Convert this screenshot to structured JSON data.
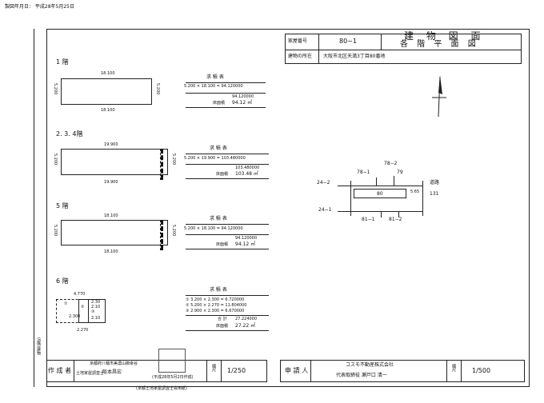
{
  "header_stamp": "製図年月日： 平成28年5月25日",
  "title_block": {
    "house_number_label": "家屋番号",
    "house_number": "80−1",
    "title_line1": "建 物 図 面",
    "title_line2": "各 階 平 面 図",
    "location_label": "建物の所在",
    "location": "大阪市北区天満3丁目80番地"
  },
  "floors": [
    {
      "label": "1 階",
      "width_top": "18.100",
      "width_bottom": "18.100",
      "height_left": "5.200",
      "height_right": "5.200",
      "area_title": "求 積 表",
      "formula": "5.200 × 18.100 = 94.120000",
      "subtotal": "94.120000",
      "floor_area_label": "床面積",
      "floor_area": "94.12 ㎡"
    },
    {
      "label": "2. 3. 4階",
      "width_top": "19.900",
      "width_bottom": "19.900",
      "height_left": "5.200",
      "height_right": "5.200",
      "area_title": "求 積 表",
      "formula": "5.200 × 19.900 = 103.480000",
      "subtotal": "103.480000",
      "floor_area_label": "床面積",
      "floor_area": "103.48 ㎡"
    },
    {
      "label": "5 階",
      "width_top": "18.100",
      "width_bottom": "18.100",
      "height_left": "5.200",
      "height_right": "5.200",
      "area_title": "求 積 表",
      "formula": "5.200 × 18.100 = 94.120000",
      "subtotal": "94.120000",
      "floor_area_label": "床面積",
      "floor_area": "94.12 ㎡"
    }
  ],
  "floor6": {
    "label": "6 階",
    "dim_top": "4.770",
    "dim_bottom": "2.270",
    "dim_left": "2.300",
    "dim_a": "2.30",
    "dim_b": "2.10",
    "dim_c": "2.10",
    "marker_1": "①",
    "marker_2": "②",
    "marker_3": "③",
    "area_title": "求 積 表",
    "rows": [
      "① 3.200 × 2.300 = 6.720000",
      "② 5.200 × 2.270 = 11.804000",
      "③ 2.900 × 2.300 = 6.670000"
    ],
    "sum_label": "合 計",
    "sum": "27.224000",
    "floor_area_label": "床面積",
    "floor_area": "27.22 ㎡"
  },
  "site_plan": {
    "lot_center": "80",
    "lot_78_2": "78−2",
    "lot_78_1": "78−1",
    "lot_79": "79",
    "lot_24_2": "24−2",
    "lot_24_1": "24−1",
    "lot_81_1": "81−1",
    "lot_81_2": "81−2",
    "road_label": "道路",
    "road_number": "131",
    "dim_note": "5.65"
  },
  "footer": {
    "creator_label": "作 成 者",
    "creator_address": "京都府八幡市美濃山御幸谷",
    "creator_title": "土地家屋調査士",
    "creator_name": "阪本昌宏",
    "creator_date": "(平成28年5月2日作成)",
    "scale_label": "縮尺",
    "scale_left": "1/250",
    "applicant_label": "申 請 人",
    "company": "コスモ不動産株式会社",
    "representative": "代表取締役 瀬戸口 清一",
    "scale_right": "1/500",
    "association": "(京都土地家屋調査士会用紙)",
    "side_note": "(6階)建物"
  }
}
